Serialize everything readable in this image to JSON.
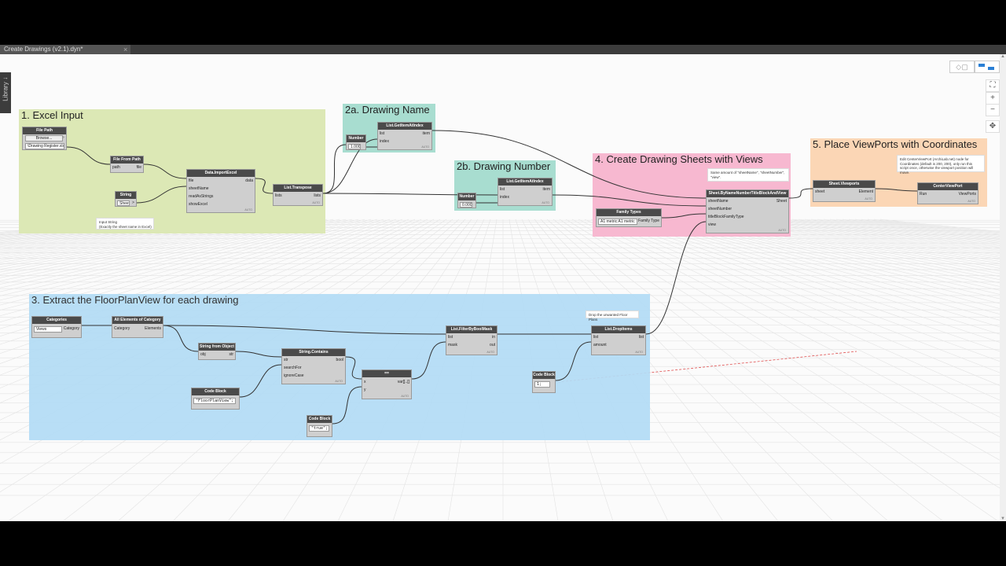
{
  "window": {
    "tab_title": "Create Drawings (v2.1).dyn*",
    "close_glyph": "×"
  },
  "library": {
    "label": "Library",
    "arrow": "→"
  },
  "zoom": {
    "fit": "⛶",
    "in": "+",
    "out": "−",
    "pan": "✥"
  },
  "groups": {
    "excel": {
      "title": "1. Excel Input",
      "color": "#dce8b5"
    },
    "name": {
      "title": "2a. Drawing Name",
      "color": "#a8ddd0"
    },
    "number": {
      "title": "2b. Drawing Number",
      "color": "#a8ddd0"
    },
    "sheets": {
      "title": "4. Create Drawing Sheets with Views",
      "color": "#f7b8d0"
    },
    "viewports": {
      "title": "5. Place ViewPorts with Coordinates",
      "color": "#fbd6b5"
    },
    "extract": {
      "title": "3. Extract the FloorPlanView for each drawing",
      "color": "#b3dcf5"
    }
  },
  "nodes": {
    "file_path": {
      "title": "File Path",
      "button": "Browse...",
      "value": "\\Drawing Register.xlsx"
    },
    "file_from_path": {
      "title": "File From Path",
      "in": [
        "path"
      ],
      "out": [
        "file"
      ]
    },
    "string": {
      "title": "String",
      "value": "Sheet1",
      "out": ">"
    },
    "import_excel": {
      "title": "Data.ImportExcel",
      "in": [
        "file",
        "sheetName",
        "readAsStrings",
        "showExcel"
      ],
      "out": [
        "data"
      ],
      "footer": "AUTO"
    },
    "transpose": {
      "title": "List.Transpose",
      "in": [
        "lists"
      ],
      "out": [
        "lists"
      ],
      "footer": "AUTO"
    },
    "number_a": {
      "title": "Number",
      "value": "1.000"
    },
    "get_item_a": {
      "title": "List.GetItemAtIndex",
      "in": [
        "list",
        "index"
      ],
      "out": [
        "item"
      ],
      "footer": "AUTO"
    },
    "number_b": {
      "title": "Number",
      "value": "0.000"
    },
    "get_item_b": {
      "title": "List.GetItemAtIndex",
      "in": [
        "list",
        "index"
      ],
      "out": [
        "item"
      ],
      "footer": "AUTO"
    },
    "family_types": {
      "title": "Family Types",
      "value": "A1 metric:A1 metric",
      "out": "Family Type"
    },
    "sheet_by_name": {
      "title": "Sheet.ByNameNumberTitleBlockAndView",
      "in": [
        "sheetName",
        "sheetNumber",
        "titleBlockFamilyType",
        "view"
      ],
      "out": [
        "Sheet"
      ],
      "footer": "AUTO"
    },
    "sheet_viewports": {
      "title": "Sheet.Viewports",
      "in": [
        "sheet"
      ],
      "out": [
        "Element"
      ],
      "footer": "AUTO"
    },
    "center_viewport": {
      "title": "CenterViewPort",
      "in": [
        "Run"
      ],
      "out": [
        "ViewPorts"
      ],
      "footer": "AUTO"
    },
    "categories": {
      "title": "Categories",
      "value": "Views",
      "out": "Category"
    },
    "all_elements": {
      "title": "All Elements of Category",
      "in": [
        "Category"
      ],
      "out": [
        "Elements"
      ]
    },
    "string_from_object": {
      "title": "String from Object",
      "in": [
        "obj"
      ],
      "out": [
        "str"
      ]
    },
    "string_contains": {
      "title": "String.Contains",
      "in": [
        "str",
        "searchFor",
        "ignoreCase"
      ],
      "out": [
        "bool"
      ],
      "footer": "AUTO"
    },
    "code_block_a": {
      "title": "Code Block",
      "value": "\"FloorPlanView\";"
    },
    "code_block_b": {
      "title": "Code Block",
      "value": "\"true\";"
    },
    "eq": {
      "title": "==",
      "in": [
        "x",
        "y"
      ],
      "out": [
        "var[]..[]"
      ],
      "footer": "AUTO"
    },
    "filter_mask": {
      "title": "List.FilterByBoolMask",
      "in": [
        "list",
        "mask"
      ],
      "out": [
        "in",
        "out"
      ],
      "footer": "AUTO"
    },
    "code_block_c": {
      "title": "Code Block",
      "value": "1;"
    },
    "drop_items": {
      "title": "List.DropItems",
      "in": [
        "list",
        "amount"
      ],
      "out": [
        "list"
      ],
      "footer": "AUTO"
    }
  },
  "notes": {
    "input_string": "Input String\n(Exactly the sheet name in Excel)",
    "same_amount": "Same amount of \"sheetName\", \"sheetNumber\", \"view\".",
    "edit_center": "Edit CenterViewPort (ArchiLab.net) node for Coordinates (default is 200, 200), only run this script once, otherwise the viewport position will move.",
    "drop_unwanted": "Drop the unwanted Floor Plans"
  }
}
